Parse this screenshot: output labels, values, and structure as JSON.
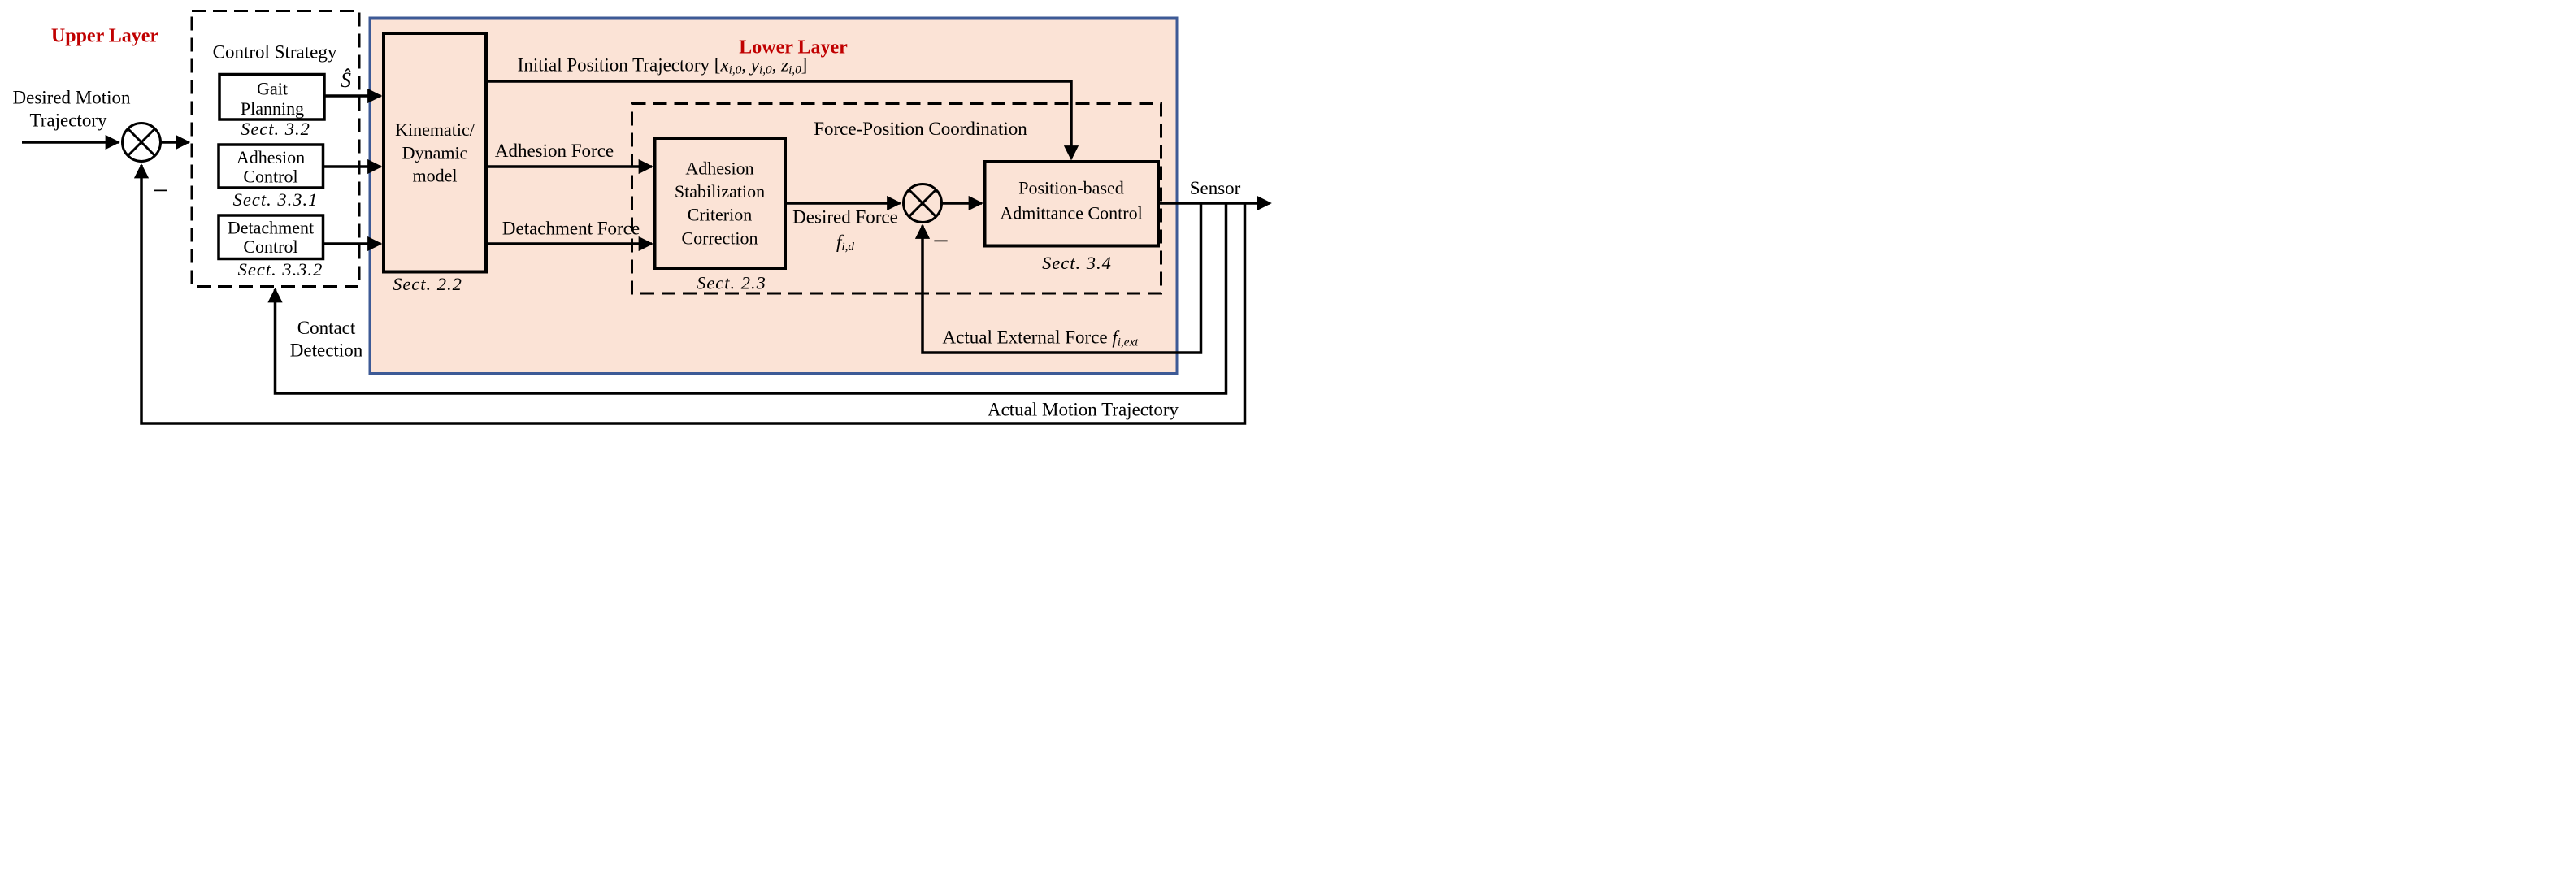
{
  "colors": {
    "layer_label": "#C00000",
    "panel_fill": "#FBE3D6",
    "panel_border": "#3D5A96",
    "line": "#000000"
  },
  "upper_layer": {
    "title": "Upper Layer",
    "input_label_line1": "Desired Motion",
    "input_label_line2": "Trajectory",
    "minus_sign": "−",
    "control_strategy": {
      "title": "Control Strategy",
      "blocks": [
        {
          "line1": "Gait",
          "line2": "Planning",
          "sect": "Sect. 3.2"
        },
        {
          "line1": "Adhesion",
          "line2": "Control",
          "sect": "Sect. 3.3.1"
        },
        {
          "line1": "Detachment",
          "line2": "Control",
          "sect": "Sect. 3.3.2"
        }
      ]
    },
    "gait_output_symbol": "*Ŝ*",
    "contact_line1": "Contact",
    "contact_line2": "Detection"
  },
  "lower_layer": {
    "title": "Lower Layer",
    "kinematic": {
      "line1": "Kinematic/",
      "line2": "Dynamic",
      "line3": "model",
      "sect": "Sect. 2.2"
    },
    "initial_position_label": "Initial Position Trajectory [*x*_{i,0}, *y*_{i,0}, *z*_{i,0}]",
    "adhesion_force_label": "Adhesion Force",
    "detachment_force_label": "Detachment Force",
    "ascc": {
      "line1": "Adhesion",
      "line2": "Stabilization",
      "line3": "Criterion",
      "line4": "Correction",
      "sect": "Sect. 2.3"
    },
    "fpc_title": "Force-Position Coordination",
    "desired_force_label": "Desired Force",
    "desired_force_symbol": "*f*_{i,d}",
    "force_minus_sign": "−",
    "admittance": {
      "line1": "Position-based",
      "line2": "Admittance Control",
      "sect": "Sect. 3.4"
    },
    "ext_force_label": "Actual External Force *f*_{i,ext}"
  },
  "outputs": {
    "sensor_label": "Sensor",
    "actual_motion_label": "Actual Motion Trajectory"
  }
}
